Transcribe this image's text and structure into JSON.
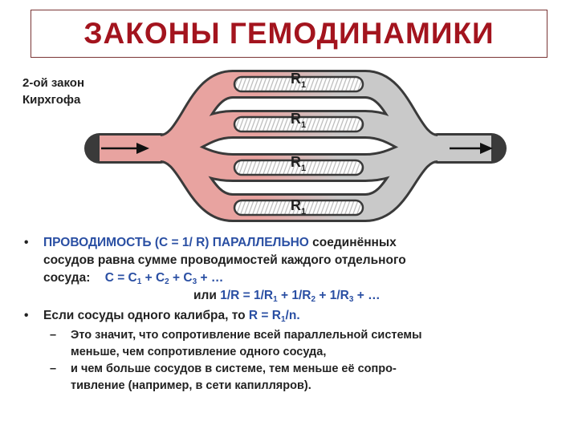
{
  "title": "ЗАКОНЫ ГЕМОДИНАМИКИ",
  "law_label": {
    "line1": "2-ой закон",
    "line2": "Кирхгофа"
  },
  "diagram": {
    "resistor_labels": [
      {
        "base": "R",
        "sub": "1"
      },
      {
        "base": "R",
        "sub": "1"
      },
      {
        "base": "R",
        "sub": "1"
      },
      {
        "base": "R",
        "sub": "1"
      }
    ],
    "colors": {
      "inlet": "#e8a3a0",
      "outlet": "#c9c9c9",
      "outline": "#3a3a3a",
      "arrow": "#111111"
    }
  },
  "bullet1": {
    "bullet": "•",
    "blue_part": "ПРОВОДИМОСТЬ (С = 1/ R) ПАРАЛЛЕЛЬНО",
    "rest": " соединённых",
    "line2": "сосудов равна сумме проводимостей каждого отдельного",
    "line3_prefix": "сосуда:",
    "formula_c": {
      "a": "С = С",
      "a_sub": "1",
      "b": " + С",
      "b_sub": "2",
      "c": " + С",
      "c_sub": "3",
      "d": " + …"
    },
    "formula_r": {
      "prefix": "или ",
      "a": "1/R = 1/R",
      "a_sub": "1",
      "b": " + 1/R",
      "b_sub": "2",
      "c": " + 1/R",
      "c_sub": "3",
      "d": " + …"
    }
  },
  "bullet2": {
    "bullet": "•",
    "text": "Если сосуды одного калибра, то ",
    "formula": "R = R",
    "formula_sub": "1",
    "formula_end": "/n."
  },
  "sub_items": [
    {
      "dash": "–",
      "line1": "Это значит, что сопротивление всей параллельной системы",
      "line2": "меньше, чем сопротивление одного сосуда,"
    },
    {
      "dash": "–",
      "line1": "и чем больше сосудов в системе, тем меньше её сопро-",
      "line2": "тивление (например, в сети капилляров)."
    }
  ]
}
